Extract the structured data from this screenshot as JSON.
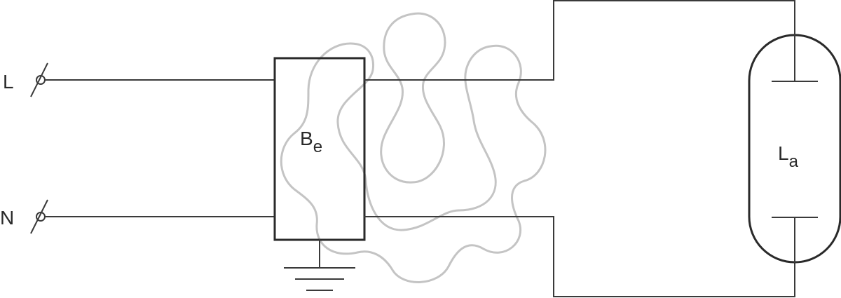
{
  "terminals": {
    "line": "L",
    "neutral": "N"
  },
  "ballast": {
    "label_main": "B",
    "label_sub": "e"
  },
  "lamp": {
    "label_main": "L",
    "label_sub": "a"
  },
  "colors": {
    "wire": "#3a3a3a",
    "watermark": "#c4c4c4",
    "background": "#ffffff"
  }
}
